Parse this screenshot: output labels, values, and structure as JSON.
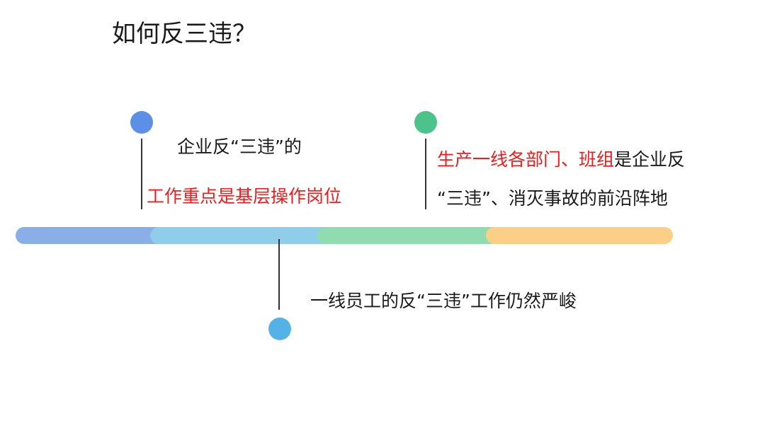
{
  "title": "如何反三违？",
  "timeline": {
    "segments": [
      {
        "color": "#8aaee8"
      },
      {
        "color": "#8fcdeb"
      },
      {
        "color": "#8fdcb0"
      },
      {
        "color": "#fccf86"
      }
    ],
    "dots": [
      {
        "color": "#5b90e6"
      },
      {
        "color": "#4cc38b"
      },
      {
        "color": "#55b2e6"
      }
    ]
  },
  "notes": {
    "n1_line1": "企业反“三违”的",
    "n1_line2": "工作重点是基层操作岗位",
    "n2_line1_red": "生产一线各部门、班组",
    "n2_line1_rest": "是企业反",
    "n2_line2": "“三违”、消灭事故的前沿阵地",
    "n3": "一线员工的反“三违”工作仍然严峻"
  },
  "colors": {
    "highlight": "#ee1c1c",
    "text": "#1a1a1a"
  }
}
